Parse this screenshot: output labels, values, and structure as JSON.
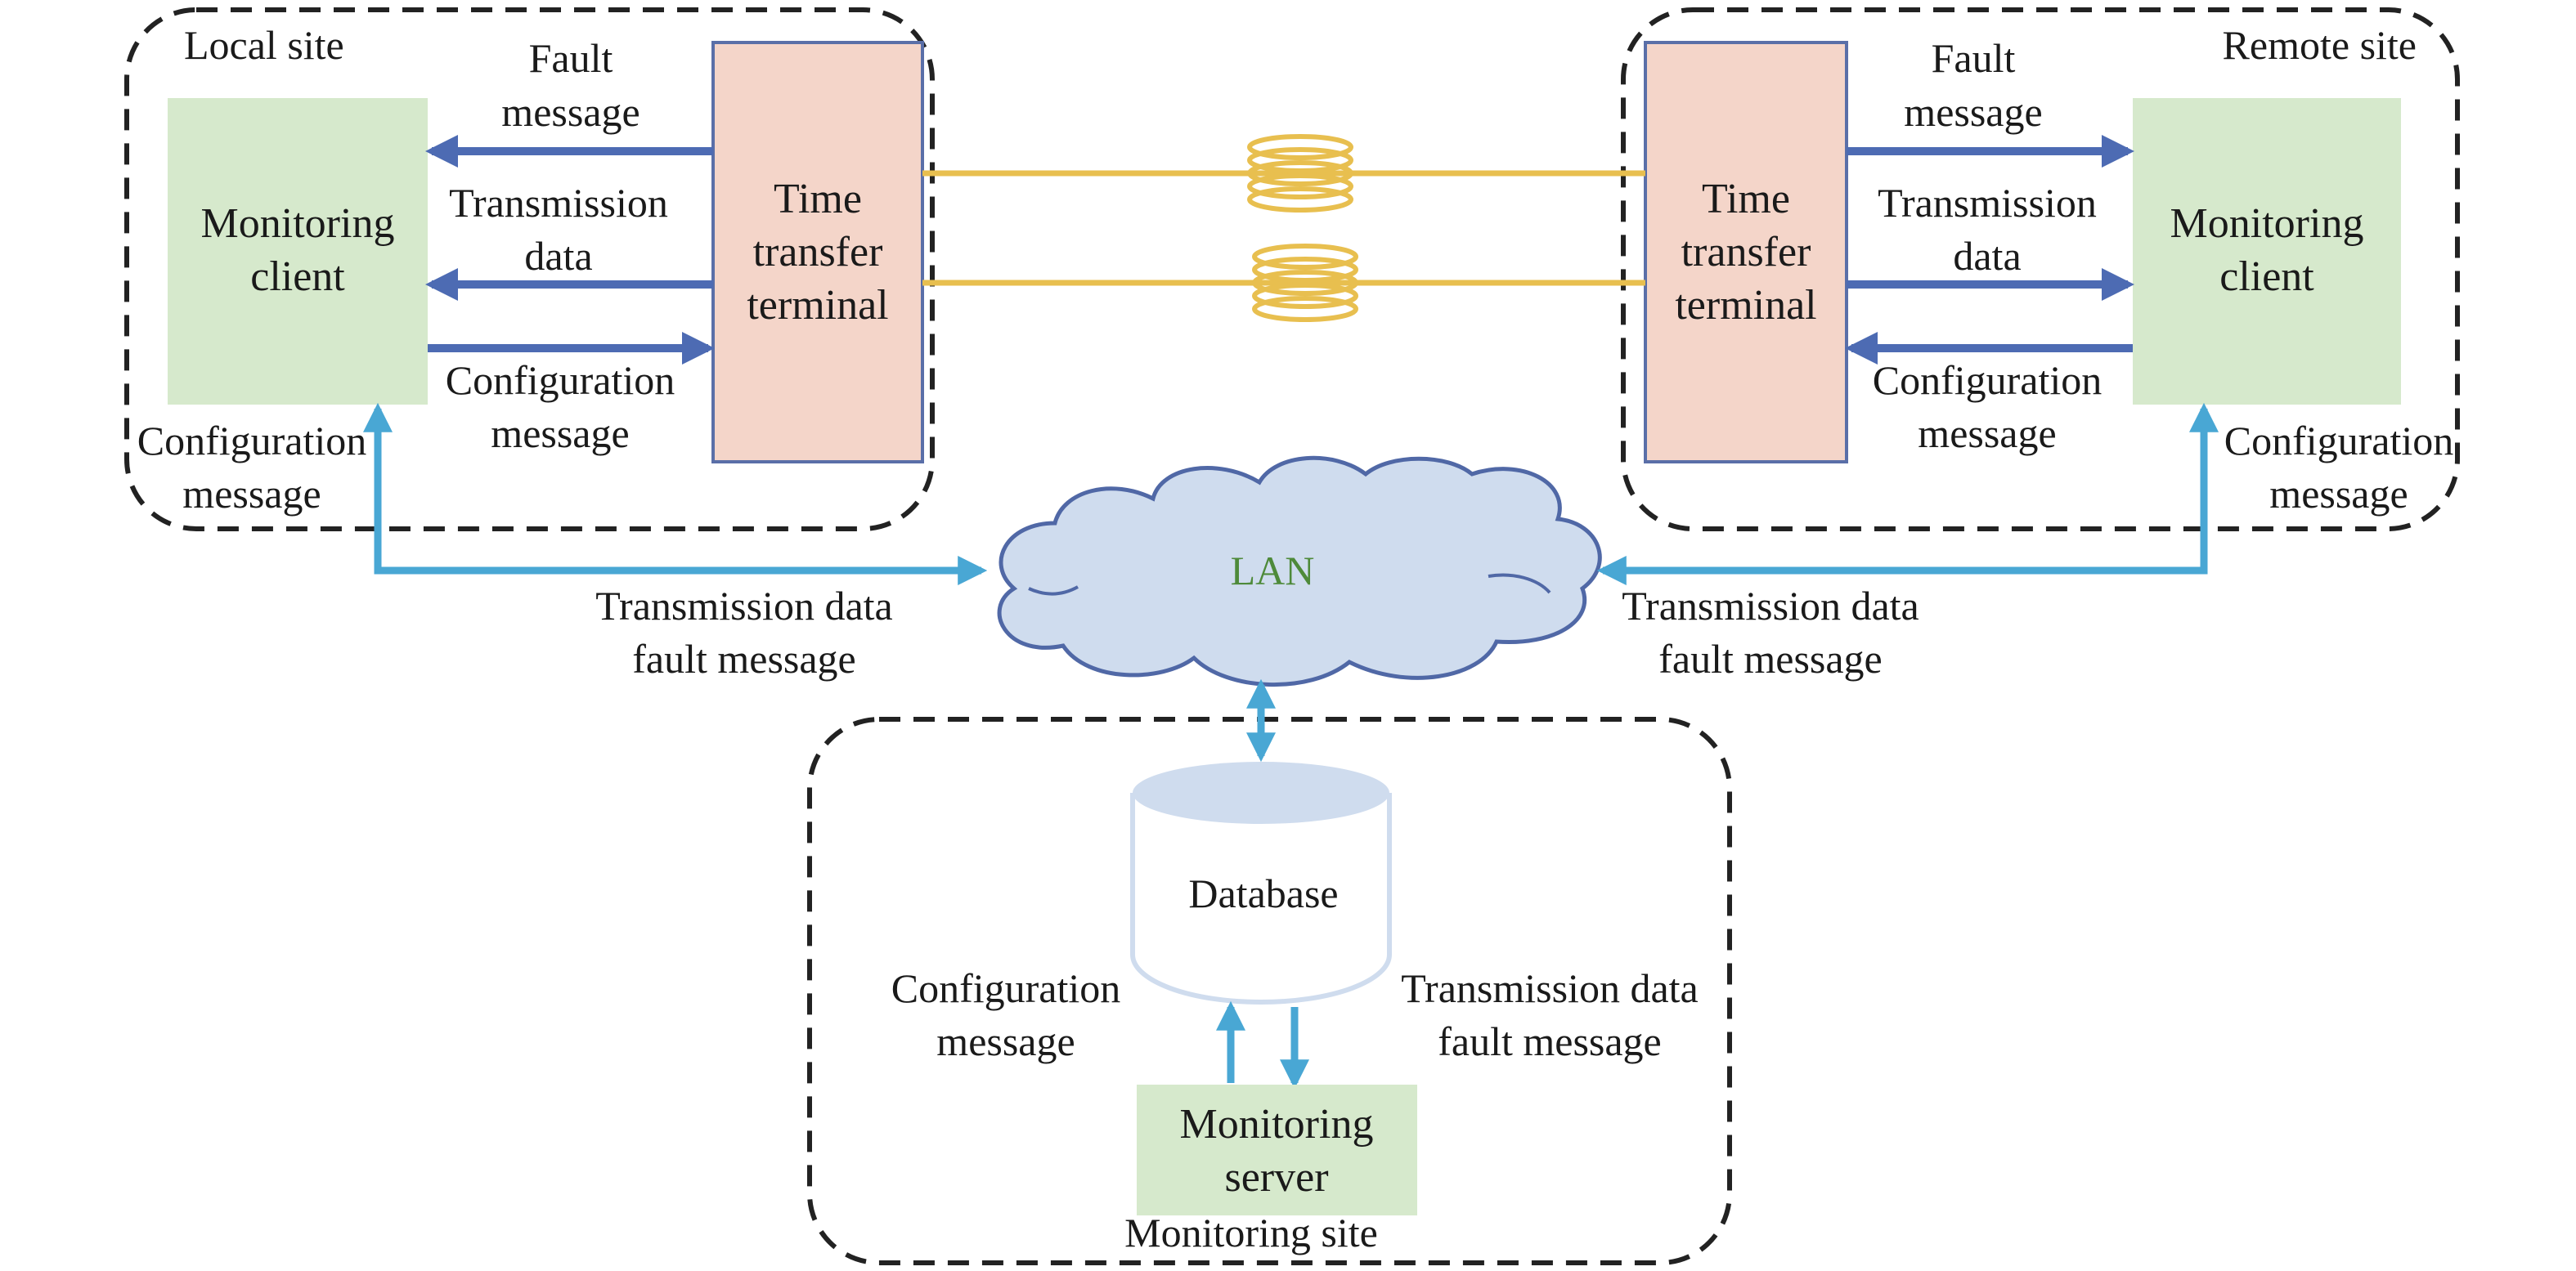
{
  "sites": {
    "local": {
      "title": "Local site"
    },
    "remote": {
      "title": "Remote site"
    },
    "monitoring": {
      "title": "Monitoring site"
    }
  },
  "nodes": {
    "local_client": [
      "Monitoring",
      "client"
    ],
    "remote_client": [
      "Monitoring",
      "client"
    ],
    "local_terminal": [
      "Time",
      "transfer",
      "terminal"
    ],
    "remote_terminal": [
      "Time",
      "transfer",
      "terminal"
    ],
    "lan": "LAN",
    "database": "Database",
    "server": [
      "Monitoring",
      "server"
    ]
  },
  "labels": {
    "fault_message": [
      "Fault",
      "message"
    ],
    "transmission_data": [
      "Transmission",
      "data"
    ],
    "configuration_message": [
      "Configuration",
      "message"
    ],
    "transmission_fault": [
      "Transmission data",
      "fault message"
    ]
  },
  "colors": {
    "client_fill": "#d6e9cc",
    "terminal_fill": "#f4d5c9",
    "terminal_stroke": "#5a6fa8",
    "fiber": "#e8bf4f",
    "dark_arrow": "#4d6bb3",
    "light_arrow": "#49a7d4",
    "lan_fill": "#cfdcee",
    "lan_stroke": "#5068a6",
    "db_top": "#cfdcee",
    "server_fill": "#d6e9cc"
  }
}
